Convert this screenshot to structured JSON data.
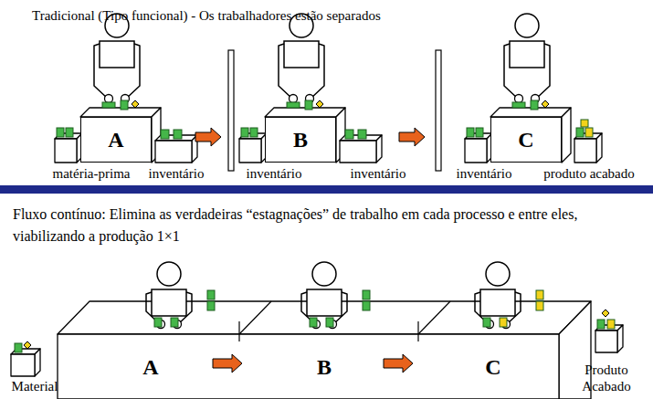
{
  "diagram": {
    "title": "Tradicional (Tipo funcional) - Os trabalhadores estão separados",
    "nodes": [
      {
        "text": [
          "A"
        ]
      },
      {
        "text": [
          "B"
        ]
      },
      {
        "text": [
          "C"
        ]
      },
      {
        "text": [
          "A"
        ]
      },
      {
        "text": [
          "B"
        ]
      },
      {
        "text": [
          "C"
        ]
      }
    ],
    "labels": [
      "matéria-prima",
      "inventário",
      "inventário",
      "inventário",
      "inventário",
      "produto acabado",
      "Fluxo contínuo: Elimina as verdadeiras “estagnações” de trabalho em cada processo e entre eles, viabilizando a produção 1×1",
      "Material",
      "Produto Acabado"
    ]
  }
}
